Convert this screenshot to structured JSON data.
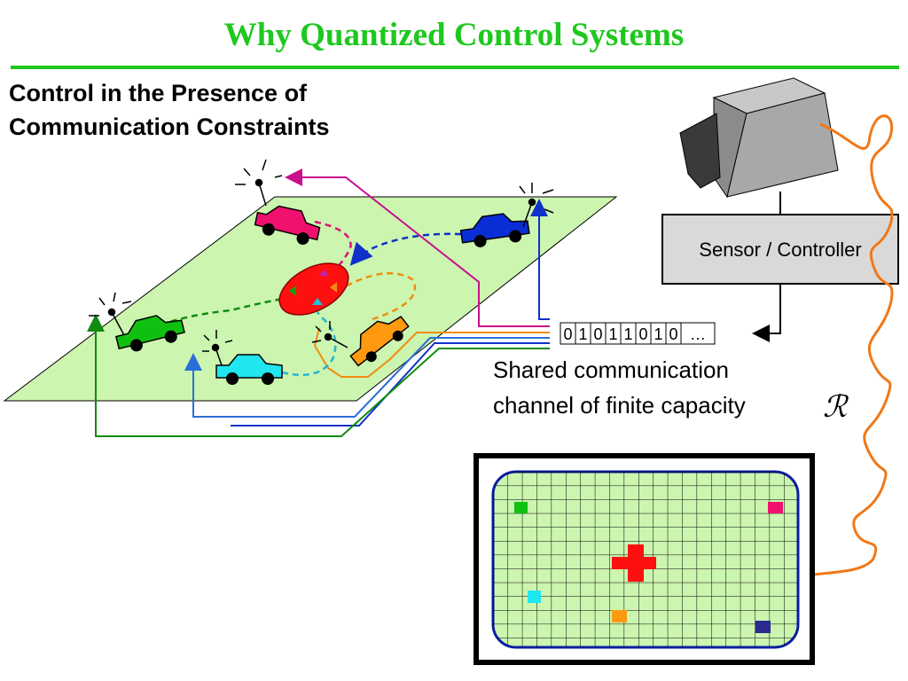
{
  "slide": {
    "title": "Why Quantized Control Systems",
    "subtitle_line1": "Control in the Presence of",
    "subtitle_line2": "Communication Constraints"
  },
  "sensor_controller": {
    "label": "Sensor / Controller"
  },
  "channel": {
    "bits": [
      "0",
      "1",
      "0",
      "1",
      "1",
      "0",
      "1",
      "0",
      "…"
    ],
    "caption_line1": "Shared communication",
    "caption_line2": "channel of finite capacity",
    "capacity_symbol": "ℛ"
  },
  "colors": {
    "title_green": "#1ec81e",
    "field": "#ccf5b0",
    "pink_car": "#f0106e",
    "blue_car": "#0a2ed6",
    "green_car": "#10c010",
    "cyan_car": "#20e6f0",
    "orange_car": "#ff9a10",
    "target": "#ff1010",
    "cable": "#f07818",
    "monitor_grid": "#ccf5b0",
    "monitor_border": "#0a1ea0"
  },
  "icons": {
    "camera": "video-camera-icon",
    "antenna": "antenna-icon",
    "car": "car-icon",
    "target": "target-ellipse-icon",
    "monitor": "monitor-display-icon"
  }
}
